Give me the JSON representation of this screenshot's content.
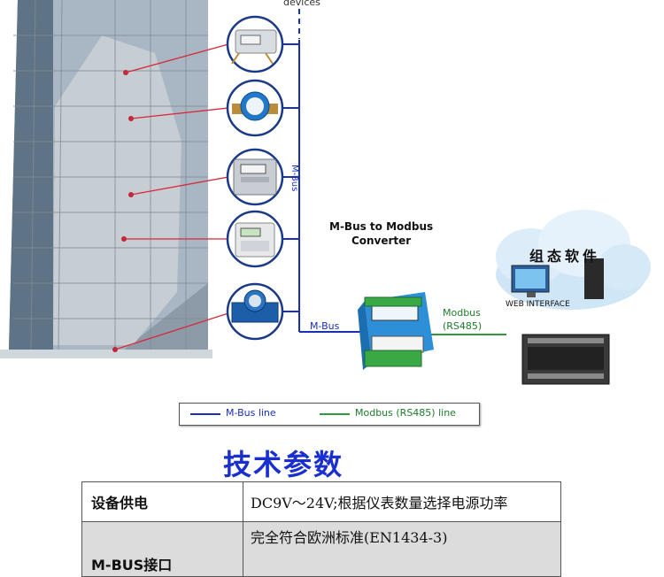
{
  "diagram": {
    "devices_label": "devices",
    "converter_title_line1": "M-Bus to Modbus",
    "converter_title_line2": "Converter",
    "modbus_label_line1": "Modbus",
    "modbus_label_line2": "(RS485)",
    "mbus_vertical_label": "M-Bus",
    "mbus_horizontal_label": "M-Bus",
    "software_label": "组态软件",
    "web_interface_label": "WEB INTERFACE"
  },
  "legend": {
    "mbus_line_label": "M-Bus line",
    "modbus_line_label": "Modbus (RS485) line"
  },
  "colors": {
    "mbus": "#1a2fb8",
    "modbus": "#2e9a3a",
    "title": "#1a2fd0",
    "pointer": "#d8283a"
  },
  "title": "技术参数",
  "spec_table": {
    "rows": [
      {
        "key": "设备供电",
        "value": "DC9V～24V;根据仪表数量选择电源功率"
      },
      {
        "key": "M-BUS接口",
        "value": "完全符合欧洲标准(EN1434-3)"
      }
    ]
  }
}
